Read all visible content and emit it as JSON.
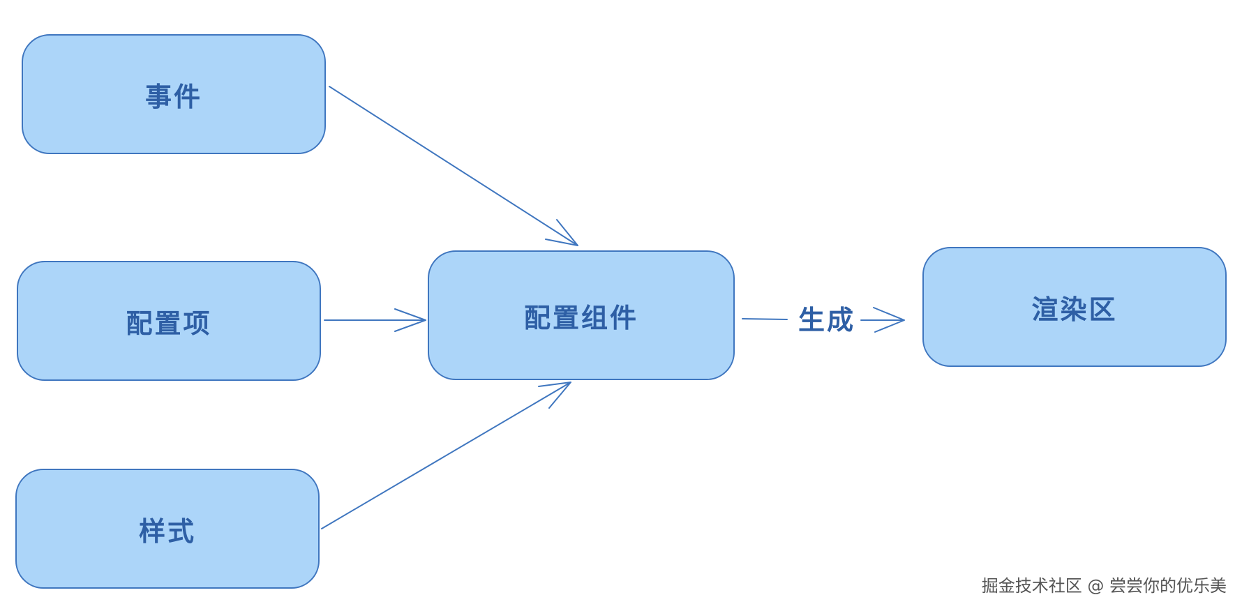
{
  "diagram": {
    "nodes": {
      "event": "事件",
      "config": "配置项",
      "style": "样式",
      "center": "配置组件",
      "render": "渲染区"
    },
    "edge_label": "生成"
  },
  "footer": {
    "credit": "掘金技术社区 @ 尝尝你的优乐美"
  },
  "colors": {
    "node_fill": "#acd5f9",
    "node_border": "#3f76bf",
    "text": "#2e5fa5",
    "arrow": "#3f76bf"
  }
}
